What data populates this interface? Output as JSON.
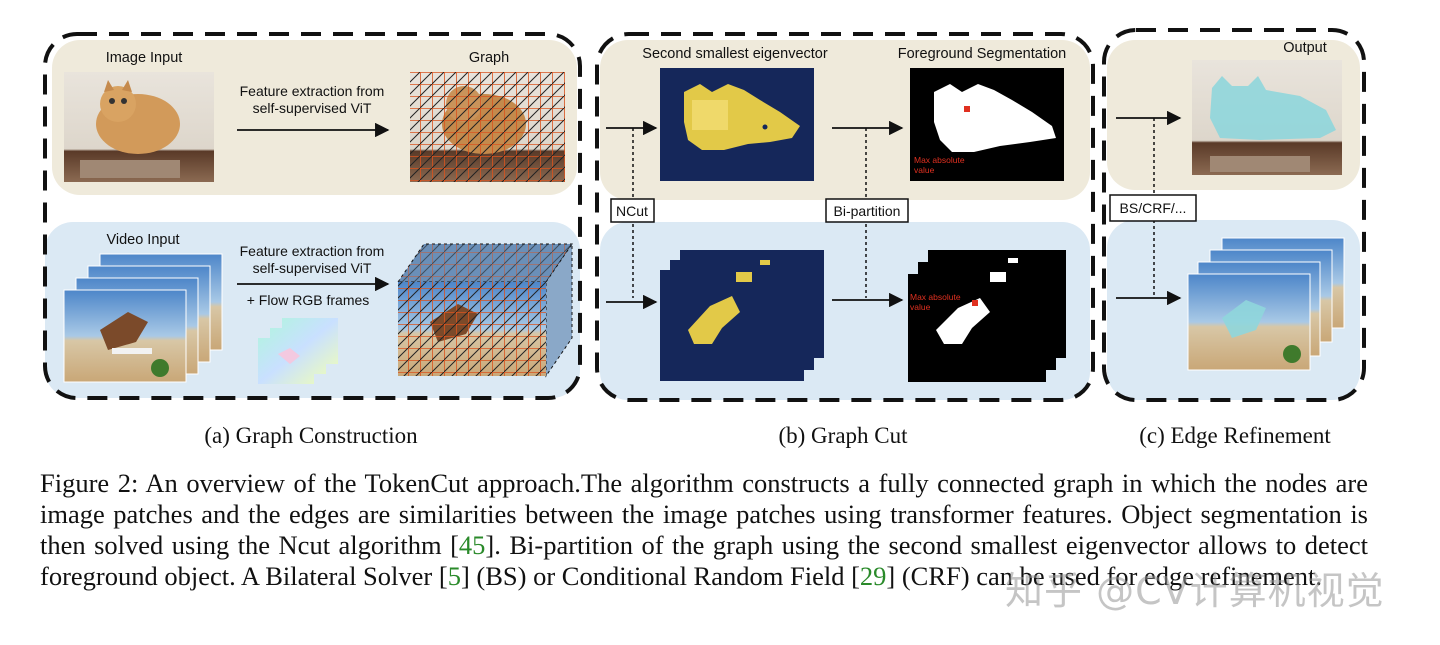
{
  "panels": {
    "graph_construction": {
      "image_input_label": "Image Input",
      "graph_label": "Graph",
      "feature_text_1": "Feature extraction from",
      "feature_text_2": "self-supervised ViT",
      "video_input_label": "Video Input",
      "video_feature_text_1": "Feature extraction from",
      "video_feature_text_2": "self-supervised ViT",
      "flow_text": "+ Flow RGB frames",
      "subtitle": "(a) Graph Construction"
    },
    "graph_cut": {
      "eigenvector_label": "Second smallest eigenvector",
      "segmentation_label": "Foreground Segmentation",
      "ncut_label": "NCut",
      "bipartition_label": "Bi-partition",
      "max_abs_1": "Max absolute",
      "max_abs_2": "value",
      "subtitle": "(b) Graph Cut"
    },
    "edge_refinement": {
      "output_label": "Output",
      "refine_label": "BS/CRF/...",
      "subtitle": "(c) Edge Refinement"
    }
  },
  "caption": {
    "t1": "Figure 2: An overview of the TokenCut approach.The algorithm constructs a fully connected graph in which the nodes are image patches and the edges are similarities between the image patches using transformer features. Object segmentation is then solved using the Ncut algorithm [",
    "r1": "45",
    "t2": "]. Bi-partition of the graph using the second smallest eigenvector allows to detect foreground object. A Bilateral Solver [",
    "r2": "5",
    "t3": "] (BS) or Conditional Random Field [",
    "r3": "29",
    "t4": "] (CRF) can be used for edge refinement."
  },
  "watermark": "知乎 @CV计算机视觉",
  "colors": {
    "beige_panel": "#efeadb",
    "blue_panel": "#dbe9f4",
    "eigen_bg": "#15275a",
    "eigen_fg": "#e2c948",
    "grid_line": "#d9531e",
    "ref_green": "#2a8a2a",
    "max_abs_red": "#e03020"
  }
}
